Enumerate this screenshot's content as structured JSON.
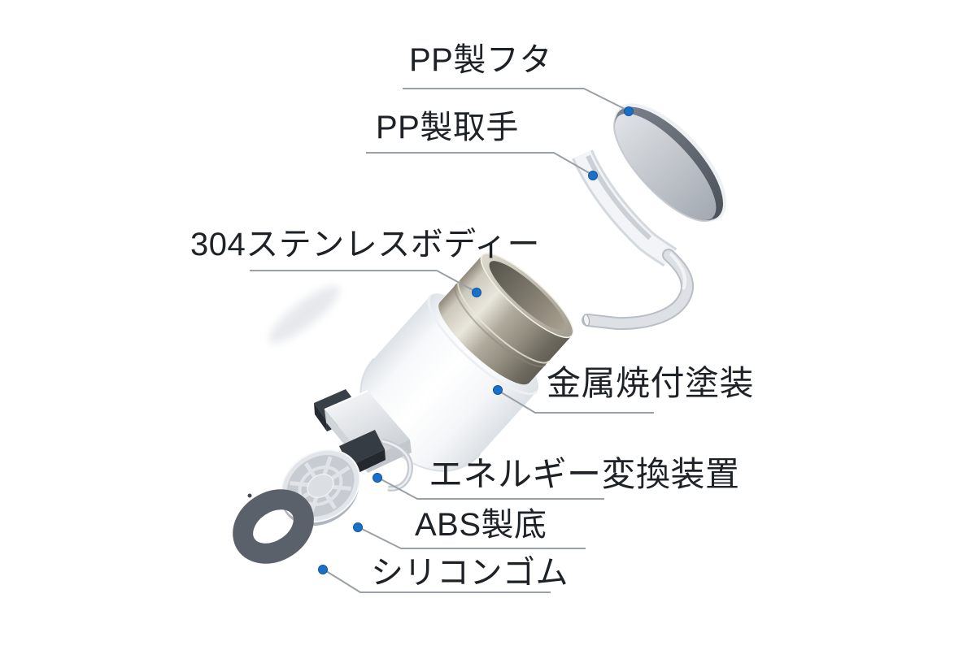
{
  "diagram": {
    "type": "exploded-view-product-diagram",
    "background": "#ffffff",
    "labels": [
      {
        "text": "PP製フタ",
        "part": "pp-lid"
      },
      {
        "text": "PP製取手",
        "part": "pp-handle"
      },
      {
        "text": "304ステンレスボディー",
        "part": "stainless-steel-body"
      },
      {
        "text": "金属焼付塗装",
        "part": "metal-baked-coating-shell"
      },
      {
        "text": "エネルギー変換装置",
        "part": "energy-conversion-unit"
      },
      {
        "text": "ABS製底",
        "part": "abs-base"
      },
      {
        "text": "シリコンゴム",
        "part": "silicone-rubber-ring"
      }
    ],
    "colors": {
      "label_text": "#1e2227",
      "leader_line": "#9aa0a5",
      "marker_dot": "#1c6fc6"
    }
  }
}
